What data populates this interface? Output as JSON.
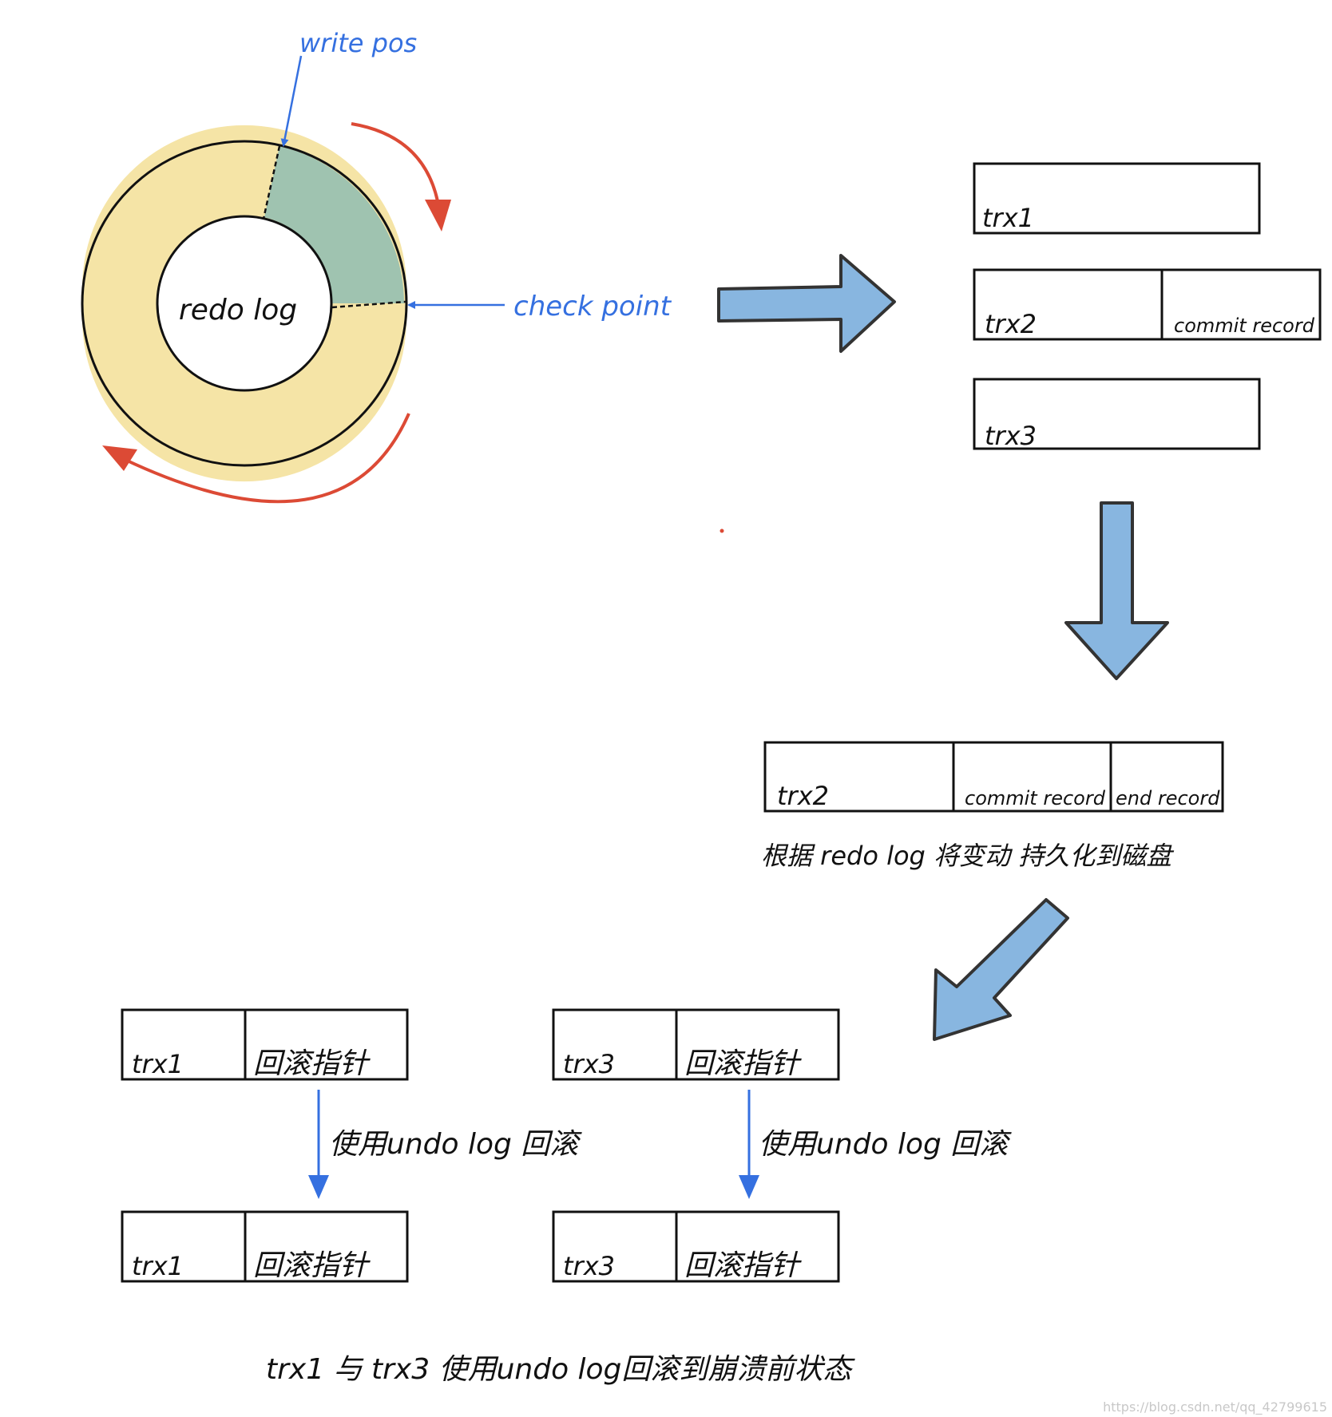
{
  "ring": {
    "center_label": "redo log",
    "write_pos_label": "write pos",
    "check_point_label": "check point",
    "colors": {
      "free": "#f5e4a6",
      "used": "#9fc3b0",
      "red_arrow": "#dc4a35",
      "blue": "#3570e0",
      "big_arrow": "#88b6e0"
    }
  },
  "log_records": {
    "trx1": "trx1",
    "trx2": "trx2",
    "trx2_commit": "commit record",
    "trx3": "trx3"
  },
  "persist": {
    "trx2": "trx2",
    "commit": "commit record",
    "end": "end record",
    "caption": "根据 redo log 将变动 持久化到磁盘"
  },
  "rollback": {
    "left_top": {
      "name": "trx1",
      "pointer": "回滚指针"
    },
    "right_top": {
      "name": "trx3",
      "pointer": "回滚指针"
    },
    "left_arrow_label": "使用undo log 回滚",
    "right_arrow_label": "使用undo log 回滚",
    "left_bottom": {
      "name": "trx1",
      "pointer": "回滚指针"
    },
    "right_bottom": {
      "name": "trx3",
      "pointer": "回滚指针"
    },
    "caption": "trx1 与 trx3 使用undo log回滚到崩溃前状态"
  },
  "watermark": "https://blog.csdn.net/qq_42799615"
}
